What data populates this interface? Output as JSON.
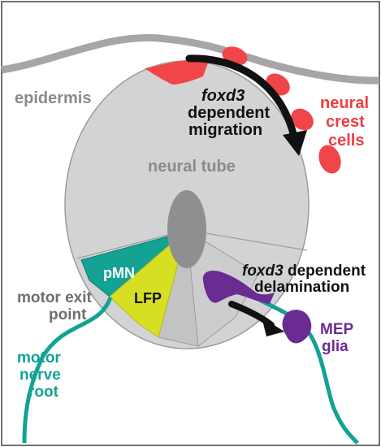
{
  "labels": {
    "epidermis": "epidermis",
    "neural_tube": "neural tube",
    "foxd3_migration_line1": "foxd3",
    "foxd3_migration_line2": "dependent",
    "foxd3_migration_line3": "migration",
    "neural_crest_line1": "neural",
    "neural_crest_line2": "crest",
    "neural_crest_line3": "cells",
    "foxd3_delam_italic": "foxd3",
    "foxd3_delam_rest": " dependent",
    "delamination": "delamination",
    "pMN": "pMN",
    "LFP": "LFP",
    "motor_exit_line1": "motor exit",
    "motor_exit_line2": "point",
    "MEP_line1": "MEP",
    "MEP_line2": "glia",
    "motor_root_line1": "motor",
    "motor_root_line2": "nerve",
    "motor_root_line3": "root"
  },
  "colors": {
    "tube_fill": "#d3d3d5",
    "tube_stroke": "#9c9c9e",
    "epidermis": "#a6a6a8",
    "canal": "#8f8f91",
    "crest_red": "#f0464a",
    "pmn_teal": "#13a293",
    "lfp_yellow": "#d7df23",
    "glia_purple": "#6a2c91",
    "arrow_black": "#111111"
  }
}
